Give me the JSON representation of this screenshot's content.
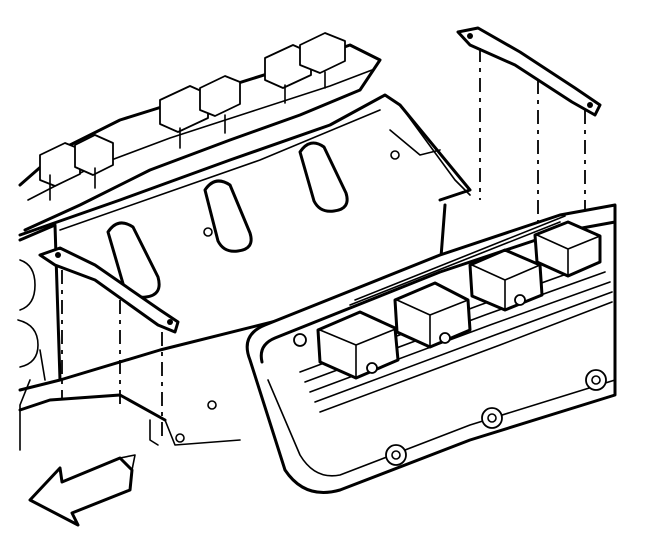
{
  "diagram": {
    "parts": [
      {
        "id": "left-cylinder-head",
        "icon": "cylinder-head-icon"
      },
      {
        "id": "intake-manifold-gasket-surface",
        "icon": "intake-ports-icon"
      },
      {
        "id": "right-valve-cover",
        "icon": "valve-cover-icon"
      },
      {
        "id": "ignition-coil-bracket-left",
        "icon": "bracket-icon"
      },
      {
        "id": "ignition-coil-bracket-right",
        "icon": "bracket-icon"
      },
      {
        "id": "ignition-coils",
        "icon": "ignition-coil-icon"
      },
      {
        "id": "front-direction-arrow",
        "icon": "arrow-front-icon"
      }
    ],
    "colors": {
      "line": "#000000",
      "background": "#ffffff"
    }
  }
}
